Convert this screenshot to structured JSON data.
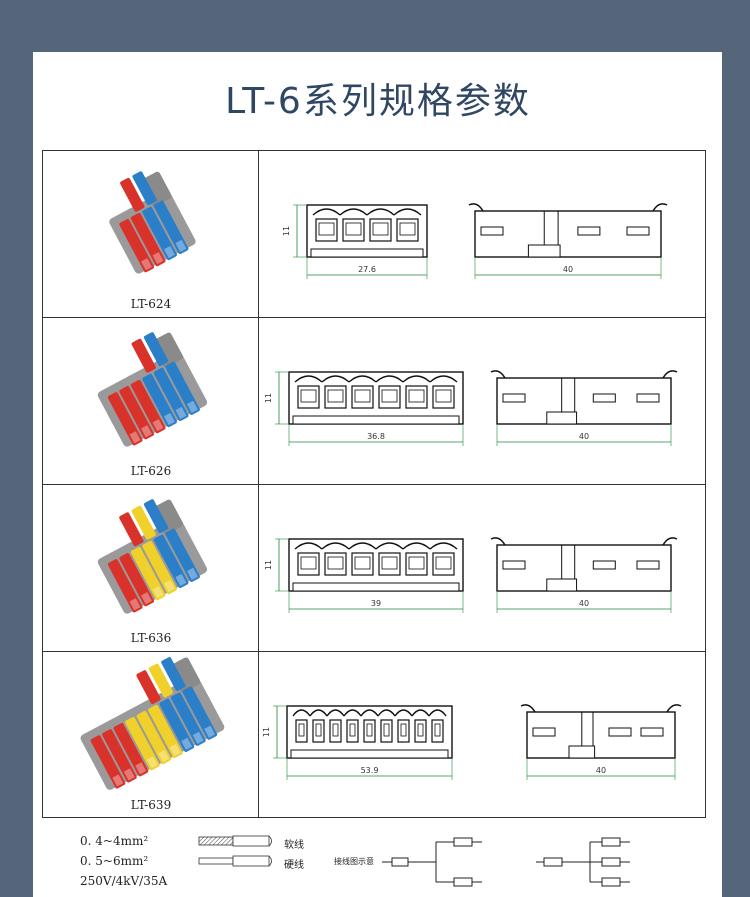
{
  "title": "LT-6系列规格参数",
  "rows": [
    {
      "model": "LT-624",
      "height_dim": "11",
      "width_dim": "27.6",
      "side_dim": "40",
      "colors": [
        "#d9322b",
        "#d9322b",
        "#2b7fc9",
        "#2b7fc9"
      ],
      "slots": 4
    },
    {
      "model": "LT-626",
      "height_dim": "11",
      "width_dim": "36.8",
      "side_dim": "40",
      "colors": [
        "#d9322b",
        "#d9322b",
        "#d9322b",
        "#2b7fc9",
        "#2b7fc9",
        "#2b7fc9"
      ],
      "slots": 6
    },
    {
      "model": "LT-636",
      "height_dim": "11",
      "width_dim": "39",
      "side_dim": "40",
      "colors": [
        "#d9322b",
        "#d9322b",
        "#f0d02a",
        "#f0d02a",
        "#2b7fc9",
        "#2b7fc9"
      ],
      "slots": 6
    },
    {
      "model": "LT-639",
      "height_dim": "11",
      "width_dim": "53.9",
      "side_dim": "40",
      "colors": [
        "#d9322b",
        "#d9322b",
        "#d9322b",
        "#f0d02a",
        "#f0d02a",
        "#f0d02a",
        "#2b7fc9",
        "#2b7fc9",
        "#2b7fc9"
      ],
      "slots": 9
    }
  ],
  "footer": {
    "spec1": "0. 4~4mm²",
    "spec2": "0. 5~6mm²",
    "spec3": "250V/4kV/35A",
    "legend_soft": "软线",
    "legend_hard": "硬线",
    "diagram_label": "接线图示意"
  },
  "colors": {
    "bar": "#56667a",
    "title": "#2f4763",
    "line": "#1e8a3a"
  }
}
